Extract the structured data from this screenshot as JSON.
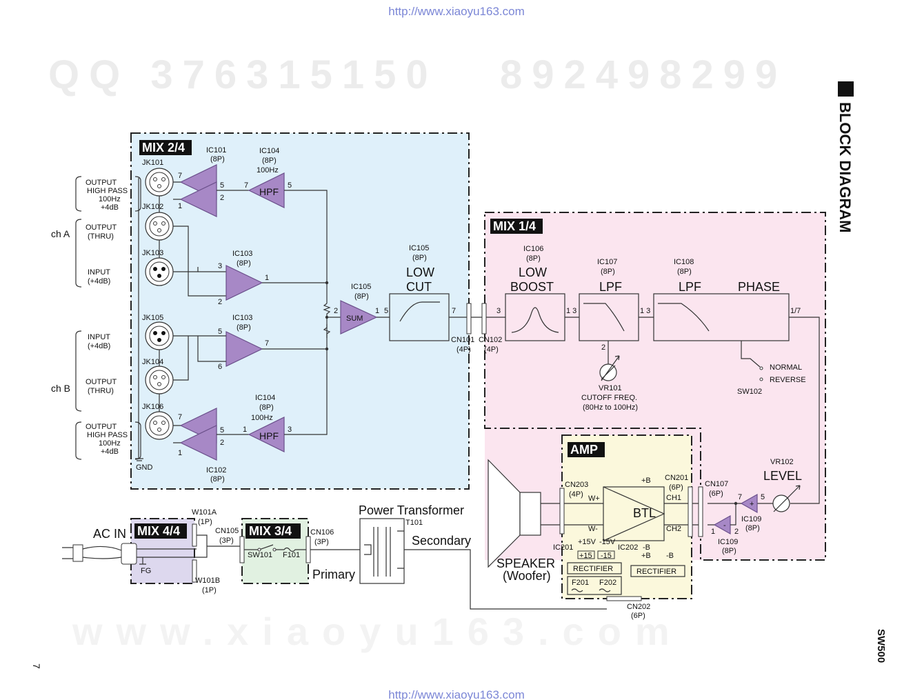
{
  "header_url": "http://www.xiaoyu163.com",
  "footer_url": "http://www.xiaoyu163.com",
  "watermark_top": "QQ 376315150   892498299",
  "watermark_bottom": "www.xiaoyu163.com",
  "title": "BLOCK DIAGRAM",
  "model": "SW500",
  "page_number": "7",
  "colors": {
    "mix2_bg": "#dff0fa",
    "mix1_bg": "#fbe5ef",
    "amp_bg": "#fbf8dc",
    "mix4_bg": "#ddd8ee",
    "mix3_bg": "#e1f1e1",
    "amp_fill": "#a788c6",
    "url": "#7b86d6"
  },
  "blocks": {
    "mix2": "MIX 2/4",
    "mix1": "MIX 1/4",
    "amp": "AMP",
    "mix4": "MIX 4/4",
    "mix3": "MIX 3/4"
  },
  "channels": {
    "ch_a": "ch A",
    "ch_b": "ch B",
    "output_hp_1": "OUTPUT",
    "output_hp_2": "HIGH PASS",
    "output_hp_3": "100Hz",
    "output_hp_4": "+4dB",
    "output_thru_1": "OUTPUT",
    "output_thru_2": "(THRU)",
    "input_1": "INPUT",
    "input_2": "(+4dB)",
    "gnd": "GND"
  },
  "jacks": {
    "jk101": "JK101",
    "jk102": "JK102",
    "jk103": "JK103",
    "jk105": "JK105",
    "jk104": "JK104",
    "jk106": "JK106"
  },
  "ics": {
    "ic101": "IC101",
    "ic102": "IC102",
    "ic103": "IC103",
    "ic104": "IC104",
    "ic105": "IC105",
    "ic106": "IC106",
    "ic107": "IC107",
    "ic108": "IC108",
    "ic109": "IC109",
    "ic201": "IC201",
    "ic202": "IC202",
    "pkg8": "(8P)",
    "hz100": "100Hz"
  },
  "functions": {
    "hpf": "HPF",
    "sum": "SUM",
    "low": "LOW",
    "cut": "CUT",
    "boost": "BOOST",
    "lpf": "LPF",
    "phase": "PHASE",
    "btl": "BTL",
    "level": "LEVEL",
    "normal": "NORMAL",
    "reverse": "REVERSE",
    "cutoff": "CUTOFF FREQ.",
    "cutoff_range": "(80Hz to 100Hz)",
    "speaker": "SPEAKER",
    "woofer": "(Woofer)",
    "rectifier": "RECTIFIER",
    "power_transformer": "Power Transformer",
    "secondary": "Secondary",
    "primary": "Primary",
    "ac_in": "AC IN",
    "fg": "FG"
  },
  "parts": {
    "vr101": "VR101",
    "vr102": "VR102",
    "sw102": "SW102",
    "sw101": "SW101",
    "f101": "F101",
    "f201": "F201",
    "f202": "F202",
    "t101": "T101",
    "cn101": "CN101",
    "cn102": "CN102",
    "cn105": "CN105",
    "cn106": "CN106",
    "cn107": "CN107",
    "cn201": "CN201",
    "cn202": "CN202",
    "cn203": "CN203",
    "w101a": "W101A",
    "w101b": "W101B",
    "p4": "(4P)",
    "p3": "(3P)",
    "p6": "(6P)",
    "p1": "(1P)"
  },
  "pins": {
    "one": "1",
    "two": "2",
    "three": "3",
    "five": "5",
    "six": "6",
    "seven": "7",
    "one7": "1/7",
    "one3": "1 3"
  },
  "rails": {
    "p15v": "+15V",
    "m15v": "-15V",
    "p15": "+15",
    "m15": "-15",
    "pb": "+B",
    "mb": "-B",
    "wp": "W+",
    "wm": "W-",
    "ch1": "CH1",
    "ch2": "CH2",
    "plus": "+",
    "minus": "-"
  }
}
